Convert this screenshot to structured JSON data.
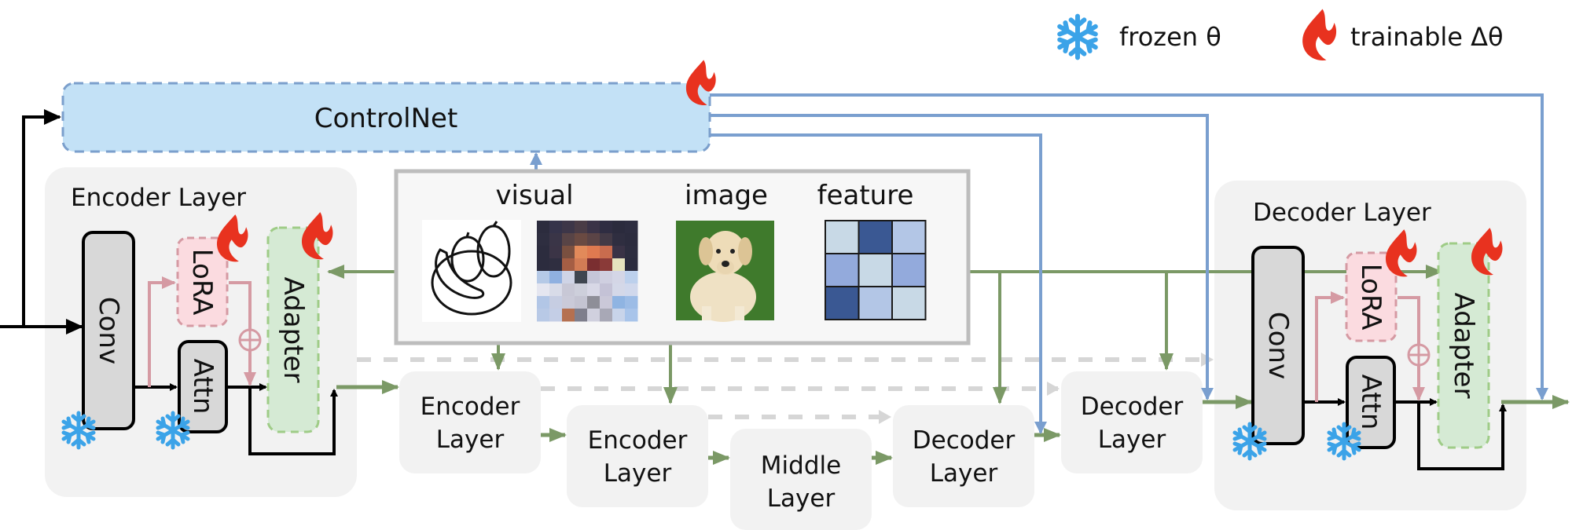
{
  "legend": {
    "frozen_label": "frozen θ",
    "trainable_label": "trainable Δθ"
  },
  "controlnet": {
    "label": "ControlNet"
  },
  "encoder_detail": {
    "title": "Encoder Layer",
    "conv": "Conv",
    "lora": "LoRA",
    "attn": "Attn",
    "adapter": "Adapter"
  },
  "decoder_detail": {
    "title": "Decoder Layer",
    "conv": "Conv",
    "lora": "LoRA",
    "attn": "Attn",
    "adapter": "Adapter"
  },
  "prompt_panel": {
    "labels": [
      "visual",
      "image",
      "feature"
    ]
  },
  "pipeline": {
    "blocks": [
      {
        "line1": "Encoder",
        "line2": "Layer"
      },
      {
        "line1": "Encoder",
        "line2": "Layer"
      },
      {
        "line1": "Middle",
        "line2": "Layer"
      },
      {
        "line1": "Decoder",
        "line2": "Layer"
      },
      {
        "line1": "Decoder",
        "line2": "Layer"
      }
    ]
  },
  "colors": {
    "frozen": "#3ba3e8",
    "trainable": "#e8321f",
    "controlnet_fill": "#c3e1f6",
    "controlnet_stroke": "#7b9fcc",
    "blue_line": "#7a9fcf",
    "green_line": "#7b9966",
    "lora_fill": "#fbdbe0",
    "lora_stroke": "#d59aa3",
    "adapter_fill": "#d5ead4",
    "adapter_stroke": "#9fcc87",
    "block_fill": "#f2f2f2",
    "module_fill": "#d8d8d8"
  },
  "feature_grid": {
    "shades": [
      [
        "#c8d9e6",
        "#3a5893",
        "#b3c6e6"
      ],
      [
        "#93aadc",
        "#c8d9e6",
        "#93aadc"
      ],
      [
        "#3a5893",
        "#b3c6e6",
        "#c8d9e6"
      ]
    ]
  }
}
